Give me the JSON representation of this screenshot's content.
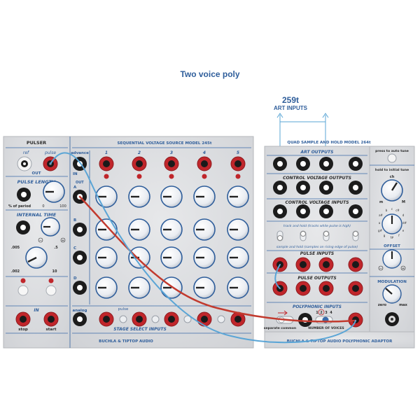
{
  "page": {
    "title": "Two  voice poly"
  },
  "external": {
    "label_num": "259t",
    "label_text": "ART INPUTS"
  },
  "pulser": {
    "title": "PULSER",
    "ref": "ref",
    "pulse": "pulse",
    "out": "OUT",
    "pulse_length": "PULSE LENGTH",
    "pct_period": "% of period",
    "zero": "0",
    "hundred": "100",
    "internal_time": "INTERNAL TIME",
    "minus": "−",
    "plus": "+",
    "t_005": ".005",
    "t_5": ".5",
    "t_002": ".002",
    "t_10": "10",
    "in": "IN",
    "stop": "stop",
    "start": "start"
  },
  "seq": {
    "title": "SEQUENTIAL VOLTAGE SOURCE MODEL 245t",
    "advance": "advance",
    "in": "IN",
    "out": "OUT",
    "rows": [
      "A",
      "B",
      "C",
      "D"
    ],
    "stages": [
      "1",
      "2",
      "3",
      "4",
      "5"
    ],
    "analog": "analog",
    "pulse": "pulse",
    "stage_select": "STAGE SELECT INPUTS",
    "footer": "BUCHLA & TIPTOP AUDIO"
  },
  "quad": {
    "title": "QUAD SAMPLE AND HOLD MODEL 264t",
    "art_outputs": "ART OUTPUTS",
    "cv_outputs": "CONTROL VOLTAGE OUTPUTS",
    "cv_inputs": "CONTROL VOLTAGE INPUTS",
    "track_hold": "track and hold (tracks while pulse is high)",
    "sample_hold": "sample and hold (samples on rising edge of pulse)",
    "pulse_inputs": "PULSE INPUTS",
    "pulse_outputs": "PULSE OUTPUTS",
    "poly_inputs": "POLYPHONIC INPUTS",
    "separate_common": "separate common",
    "voice_nums": [
      "1",
      "2",
      "3",
      "4"
    ],
    "number_of_voices": "NUMBER OF VOICES",
    "press_auto": "press to auto tune",
    "hold_initial": "hold to initial tune",
    "ch": "ch",
    "m": "m",
    "M": "M",
    "offset": "OFFSET",
    "modulation": "MODULATION",
    "zero": "zero",
    "max": "max",
    "minus": "−",
    "plus": "+",
    "footer": "BUCHLA & TIPTOP AUDIO  POLYPHONIC ADAPTOR"
  },
  "colors": {
    "accent": "#2f5e9b",
    "jack_red": "#c0262b",
    "panel": "#dcdde0",
    "cable_red": "#c23a2e",
    "cable_blue": "#5aa5d6"
  }
}
